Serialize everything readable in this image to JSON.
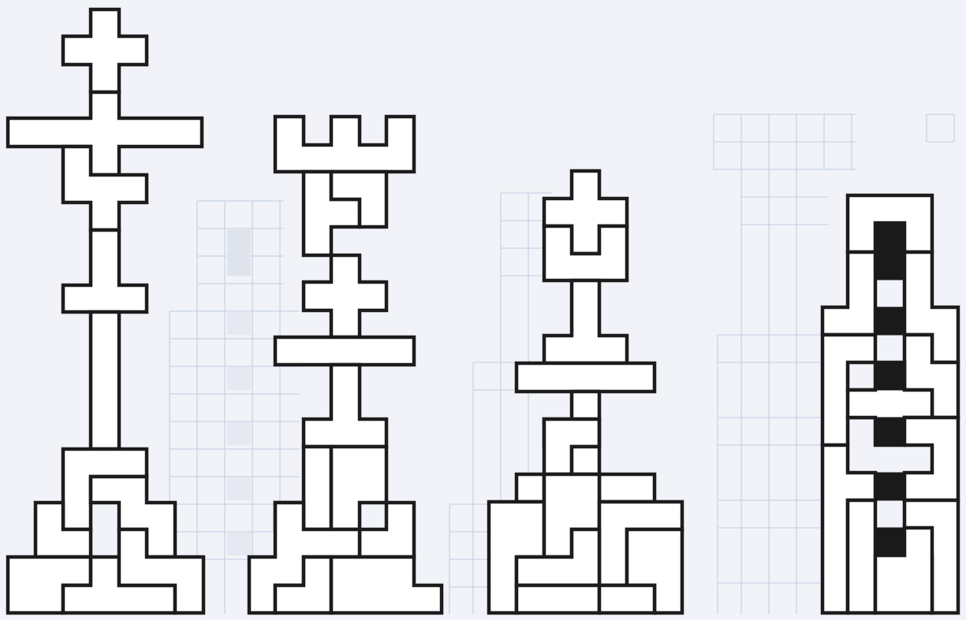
{
  "figures": [
    {
      "id": "king-figure"
    },
    {
      "id": "rook-figure"
    },
    {
      "id": "bishop-figure"
    },
    {
      "id": "tower-figure"
    }
  ],
  "colors": {
    "background": "#f1f3f8",
    "grid": "#c9d3e6",
    "outline": "#1c1c1c",
    "fill": "#ffffff",
    "black": "#1a1a1a"
  }
}
